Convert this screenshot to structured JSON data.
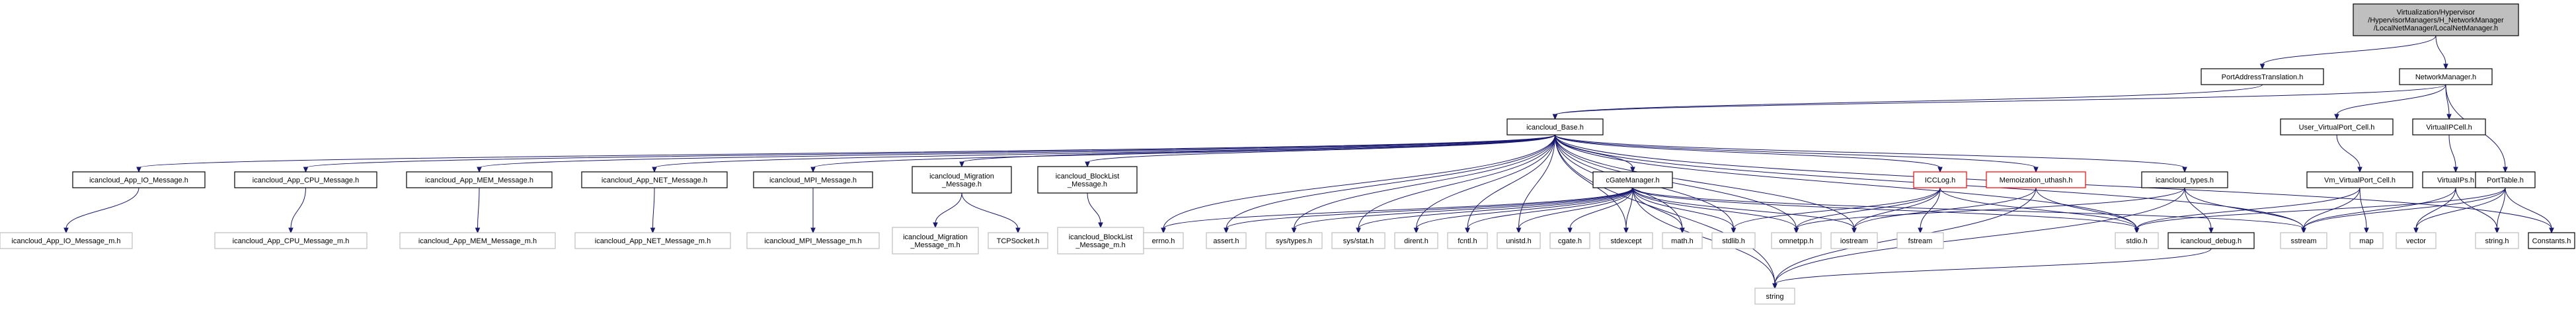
{
  "nodes": [
    {
      "id": "root",
      "lines": [
        "Virtualization/Hypervisor",
        "/HypervisorManagers/H_NetworkManager",
        "/LocalNetManager/LocalNetManager.h"
      ],
      "style": "root"
    },
    {
      "id": "port_address_translation",
      "lines": [
        "PortAddressTranslation.h"
      ],
      "style": "normal"
    },
    {
      "id": "network_manager",
      "lines": [
        "NetworkManager.h"
      ],
      "style": "normal"
    },
    {
      "id": "icancloud_base",
      "lines": [
        "icancloud_Base.h"
      ],
      "style": "normal"
    },
    {
      "id": "user_virtualport_cell",
      "lines": [
        "User_VirtualPort_Cell.h"
      ],
      "style": "normal"
    },
    {
      "id": "virtual_ip_cell",
      "lines": [
        "VirtualIPCell.h"
      ],
      "style": "normal"
    },
    {
      "id": "app_io_msg",
      "lines": [
        "icancloud_App_IO_Message.h"
      ],
      "style": "normal"
    },
    {
      "id": "app_cpu_msg",
      "lines": [
        "icancloud_App_CPU_Message.h"
      ],
      "style": "normal"
    },
    {
      "id": "app_mem_msg",
      "lines": [
        "icancloud_App_MEM_Message.h"
      ],
      "style": "normal"
    },
    {
      "id": "app_net_msg",
      "lines": [
        "icancloud_App_NET_Message.h"
      ],
      "style": "normal"
    },
    {
      "id": "mpi_msg",
      "lines": [
        "icancloud_MPI_Message.h"
      ],
      "style": "normal"
    },
    {
      "id": "migration_msg",
      "lines": [
        "icancloud_Migration",
        "_Message.h"
      ],
      "style": "normal"
    },
    {
      "id": "blocklist_msg",
      "lines": [
        "icancloud_BlockList",
        "_Message.h"
      ],
      "style": "normal"
    },
    {
      "id": "cgate_manager",
      "lines": [
        "cGateManager.h"
      ],
      "style": "normal"
    },
    {
      "id": "icc_log",
      "lines": [
        "ICCLog.h"
      ],
      "style": "red"
    },
    {
      "id": "memoization_uthash",
      "lines": [
        "Memoization_uthash.h"
      ],
      "style": "red"
    },
    {
      "id": "icancloud_types",
      "lines": [
        "icancloud_types.h"
      ],
      "style": "normal"
    },
    {
      "id": "vm_virtualport_cell",
      "lines": [
        "Vm_VirtualPort_Cell.h"
      ],
      "style": "normal"
    },
    {
      "id": "virtual_ips",
      "lines": [
        "VirtualIPs.h"
      ],
      "style": "normal"
    },
    {
      "id": "port_table",
      "lines": [
        "PortTable.h"
      ],
      "style": "normal"
    },
    {
      "id": "constants",
      "lines": [
        "Constants.h"
      ],
      "style": "normal"
    },
    {
      "id": "app_io_msg_m",
      "lines": [
        "icancloud_App_IO_Message_m.h"
      ],
      "style": "ghost"
    },
    {
      "id": "app_cpu_msg_m",
      "lines": [
        "icancloud_App_CPU_Message_m.h"
      ],
      "style": "ghost"
    },
    {
      "id": "app_mem_msg_m",
      "lines": [
        "icancloud_App_MEM_Message_m.h"
      ],
      "style": "ghost"
    },
    {
      "id": "app_net_msg_m",
      "lines": [
        "icancloud_App_NET_Message_m.h"
      ],
      "style": "ghost"
    },
    {
      "id": "mpi_msg_m",
      "lines": [
        "icancloud_MPI_Message_m.h"
      ],
      "style": "ghost"
    },
    {
      "id": "migration_msg_m",
      "lines": [
        "icancloud_Migration",
        "_Message_m.h"
      ],
      "style": "ghost"
    },
    {
      "id": "tcp_socket",
      "lines": [
        "TCPSocket.h"
      ],
      "style": "ghost"
    },
    {
      "id": "blocklist_msg_m",
      "lines": [
        "icancloud_BlockList",
        "_Message_m.h"
      ],
      "style": "ghost"
    },
    {
      "id": "errno",
      "lines": [
        "errno.h"
      ],
      "style": "ghost"
    },
    {
      "id": "assert",
      "lines": [
        "assert.h"
      ],
      "style": "ghost"
    },
    {
      "id": "sys_types",
      "lines": [
        "sys/types.h"
      ],
      "style": "ghost"
    },
    {
      "id": "sys_stat",
      "lines": [
        "sys/stat.h"
      ],
      "style": "ghost"
    },
    {
      "id": "dirent",
      "lines": [
        "dirent.h"
      ],
      "style": "ghost"
    },
    {
      "id": "fcntl",
      "lines": [
        "fcntl.h"
      ],
      "style": "ghost"
    },
    {
      "id": "unistd",
      "lines": [
        "unistd.h"
      ],
      "style": "ghost"
    },
    {
      "id": "cgate",
      "lines": [
        "cgate.h"
      ],
      "style": "ghost"
    },
    {
      "id": "stdexcept",
      "lines": [
        "stdexcept"
      ],
      "style": "ghost"
    },
    {
      "id": "math",
      "lines": [
        "math.h"
      ],
      "style": "ghost"
    },
    {
      "id": "stdlib",
      "lines": [
        "stdlib.h"
      ],
      "style": "ghost"
    },
    {
      "id": "omnetpp",
      "lines": [
        "omnetpp.h"
      ],
      "style": "ghost"
    },
    {
      "id": "iostream",
      "lines": [
        "iostream"
      ],
      "style": "ghost"
    },
    {
      "id": "fstream",
      "lines": [
        "fstream"
      ],
      "style": "ghost"
    },
    {
      "id": "stdio",
      "lines": [
        "stdio.h"
      ],
      "style": "ghost"
    },
    {
      "id": "icancloud_debug",
      "lines": [
        "icancloud_debug.h"
      ],
      "style": "normal"
    },
    {
      "id": "sstream",
      "lines": [
        "sstream"
      ],
      "style": "ghost"
    },
    {
      "id": "map",
      "lines": [
        "map"
      ],
      "style": "ghost"
    },
    {
      "id": "vector",
      "lines": [
        "vector"
      ],
      "style": "ghost"
    },
    {
      "id": "string_h",
      "lines": [
        "string.h"
      ],
      "style": "ghost"
    },
    {
      "id": "string",
      "lines": [
        "string"
      ],
      "style": "ghost"
    }
  ],
  "edges": [
    [
      "root",
      "port_address_translation"
    ],
    [
      "root",
      "network_manager"
    ],
    [
      "port_address_translation",
      "icancloud_base"
    ],
    [
      "network_manager",
      "icancloud_base"
    ],
    [
      "network_manager",
      "user_virtualport_cell"
    ],
    [
      "network_manager",
      "virtual_ip_cell"
    ],
    [
      "network_manager",
      "port_table"
    ],
    [
      "user_virtualport_cell",
      "vm_virtualport_cell"
    ],
    [
      "virtual_ip_cell",
      "virtual_ips"
    ],
    [
      "vm_virtualport_cell",
      "sstream"
    ],
    [
      "vm_virtualport_cell",
      "stdio"
    ],
    [
      "vm_virtualport_cell",
      "map"
    ],
    [
      "virtual_ips",
      "sstream"
    ],
    [
      "virtual_ips",
      "vector"
    ],
    [
      "virtual_ips",
      "string_h"
    ],
    [
      "port_table",
      "sstream"
    ],
    [
      "port_table",
      "vector"
    ],
    [
      "port_table",
      "string_h"
    ],
    [
      "port_table",
      "stdio"
    ],
    [
      "port_table",
      "constants"
    ],
    [
      "icancloud_base",
      "app_io_msg"
    ],
    [
      "icancloud_base",
      "app_cpu_msg"
    ],
    [
      "icancloud_base",
      "app_mem_msg"
    ],
    [
      "icancloud_base",
      "app_net_msg"
    ],
    [
      "icancloud_base",
      "mpi_msg"
    ],
    [
      "icancloud_base",
      "migration_msg"
    ],
    [
      "icancloud_base",
      "blocklist_msg"
    ],
    [
      "icancloud_base",
      "cgate_manager"
    ],
    [
      "icancloud_base",
      "icc_log"
    ],
    [
      "icancloud_base",
      "memoization_uthash"
    ],
    [
      "icancloud_base",
      "icancloud_types"
    ],
    [
      "icancloud_base",
      "constants"
    ],
    [
      "icancloud_base",
      "errno"
    ],
    [
      "icancloud_base",
      "assert"
    ],
    [
      "icancloud_base",
      "sys_types"
    ],
    [
      "icancloud_base",
      "sys_stat"
    ],
    [
      "icancloud_base",
      "dirent"
    ],
    [
      "icancloud_base",
      "fcntl"
    ],
    [
      "icancloud_base",
      "unistd"
    ],
    [
      "icancloud_base",
      "stdexcept"
    ],
    [
      "icancloud_base",
      "math"
    ],
    [
      "icancloud_base",
      "stdlib"
    ],
    [
      "icancloud_base",
      "omnetpp"
    ],
    [
      "icancloud_base",
      "iostream"
    ],
    [
      "icancloud_base",
      "stdio"
    ],
    [
      "icancloud_base",
      "sstream"
    ],
    [
      "icancloud_base",
      "string"
    ],
    [
      "app_io_msg",
      "app_io_msg_m"
    ],
    [
      "app_cpu_msg",
      "app_cpu_msg_m"
    ],
    [
      "app_mem_msg",
      "app_mem_msg_m"
    ],
    [
      "app_net_msg",
      "app_net_msg_m"
    ],
    [
      "mpi_msg",
      "mpi_msg_m"
    ],
    [
      "migration_msg",
      "migration_msg_m"
    ],
    [
      "migration_msg",
      "tcp_socket"
    ],
    [
      "blocklist_msg",
      "blocklist_msg_m"
    ],
    [
      "cgate_manager",
      "errno"
    ],
    [
      "cgate_manager",
      "assert"
    ],
    [
      "cgate_manager",
      "sys_types"
    ],
    [
      "cgate_manager",
      "sys_stat"
    ],
    [
      "cgate_manager",
      "dirent"
    ],
    [
      "cgate_manager",
      "fcntl"
    ],
    [
      "cgate_manager",
      "unistd"
    ],
    [
      "cgate_manager",
      "cgate"
    ],
    [
      "cgate_manager",
      "stdexcept"
    ],
    [
      "cgate_manager",
      "math"
    ],
    [
      "cgate_manager",
      "stdlib"
    ],
    [
      "cgate_manager",
      "omnetpp"
    ],
    [
      "cgate_manager",
      "iostream"
    ],
    [
      "cgate_manager",
      "stdio"
    ],
    [
      "cgate_manager",
      "sstream"
    ],
    [
      "cgate_manager",
      "string"
    ],
    [
      "icc_log",
      "stdlib"
    ],
    [
      "icc_log",
      "omnetpp"
    ],
    [
      "icc_log",
      "iostream"
    ],
    [
      "icc_log",
      "fstream"
    ],
    [
      "icc_log",
      "stdio"
    ],
    [
      "memoization_uthash",
      "iostream"
    ],
    [
      "memoization_uthash",
      "stdio"
    ],
    [
      "memoization_uthash",
      "string"
    ],
    [
      "icancloud_types",
      "omnetpp"
    ],
    [
      "icancloud_types",
      "sstream"
    ],
    [
      "icancloud_types",
      "icancloud_debug"
    ],
    [
      "icancloud_types",
      "string"
    ],
    [
      "icancloud_debug",
      "string"
    ]
  ]
}
